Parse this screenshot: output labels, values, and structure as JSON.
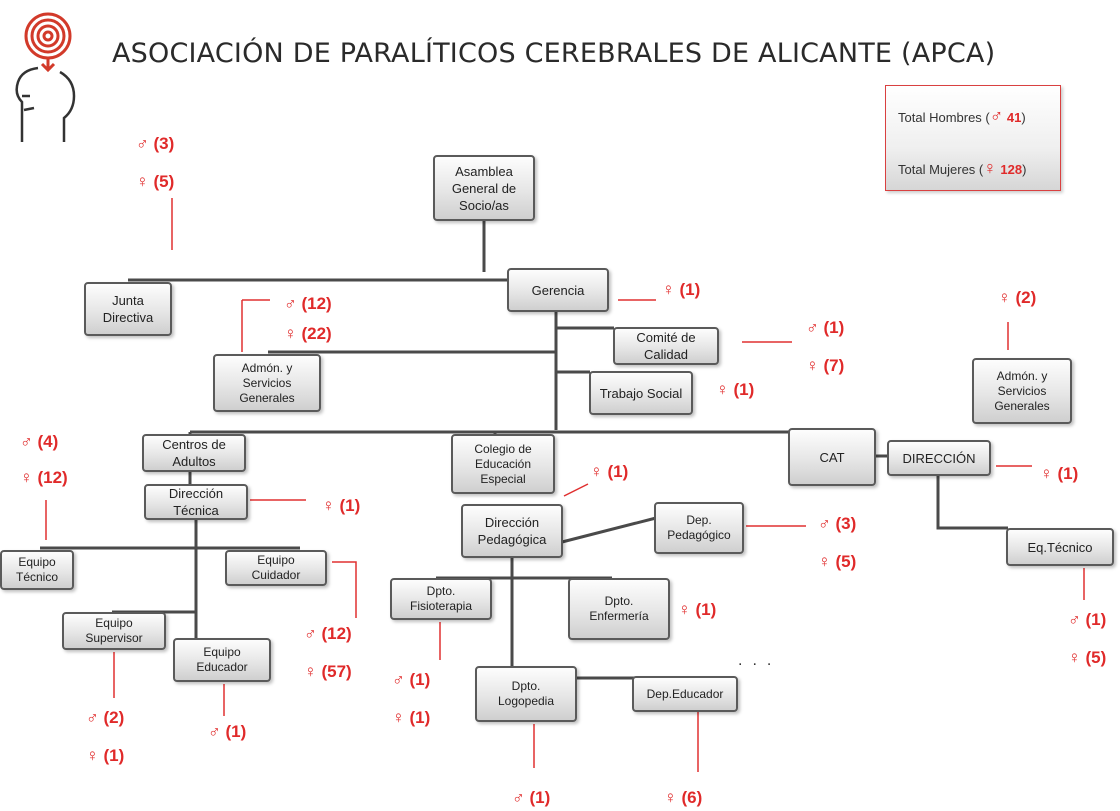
{
  "title": "ASOCIACIÓN DE PARALÍTICOS CEREBRALES DE ALICANTE (APCA)",
  "legend": {
    "men_label": "Total Hombres",
    "men_symbol": "♂",
    "men_value": "41",
    "women_label": "Total Mujeres",
    "women_symbol": "♀",
    "women_value": "128"
  },
  "nodes": {
    "asamblea": "Asamblea\nGeneral de\nSocio/as",
    "junta": "Junta\nDirectiva",
    "gerencia": "Gerencia",
    "admon1": "Admón. y\nServicios\nGenerales",
    "comite": "Comité de\nCalidad",
    "trabajo_social": "Trabajo Social",
    "admon2": "Admón. y\nServicios\nGenerales",
    "cat": "CAT",
    "direccion": "DIRECCIÓN",
    "eq_tecnico": "Eq.Técnico",
    "centros": "Centros de\nAdultos",
    "direccion_tecnica": "Dirección\nTécnica",
    "equipo_tecnico": "Equipo\nTécnico",
    "equipo_cuidador": "Equipo\nCuidador",
    "equipo_supervisor": "Equipo\nSupervisor",
    "equipo_educador": "Equipo\nEducador",
    "colegio": "Colegio de\nEducación\nEspecial",
    "direccion_pedagogica": "Dirección\nPedagógica",
    "dep_pedagogico": "Dep.\nPedagógico",
    "fisioterapia": "Dpto.\nFisioterapia",
    "enfermeria": "Dpto.\nEnfermería",
    "logopedia": "Dpto.\nLogopedia",
    "dep_educador": "Dep.Educador"
  },
  "counts": {
    "junta_m": "♂ (3)",
    "junta_f": "♀ (5)",
    "gerencia_f": "♀ (1)",
    "admon1_m": "♂ (12)",
    "admon1_f": "♀ (22)",
    "comite_m": "♂ (1)",
    "comite_f": "♀ (7)",
    "trabajo_f": "♀ (1)",
    "admon2_f": "♀ (2)",
    "direccion_f": "♀ (1)",
    "eqtec_m": "♂ (1)",
    "eqtec_f": "♀ (5)",
    "centros_m": "♂ (4)",
    "centros_f": "♀ (12)",
    "dirtec_f": "♀ (1)",
    "cuidador_m": "♂ (12)",
    "cuidador_f": "♀ (57)",
    "supervisor_m": "♂ (2)",
    "supervisor_f": "♀ (1)",
    "educador_m": "♂ (1)",
    "colegio_f": "♀ (1)",
    "deppeda_m": "♂ (3)",
    "deppeda_f": "♀ (5)",
    "enfermeria_f": "♀ (1)",
    "fisio_m": "♂ (1)",
    "fisio_f": "♀ (1)",
    "logopedia_m": "♂ (1)",
    "depeduc_f": "♀ (6)"
  },
  "colors": {
    "accent": "#e02a2a",
    "box_border": "#5a5a5a",
    "line": "#4a4a4a"
  }
}
